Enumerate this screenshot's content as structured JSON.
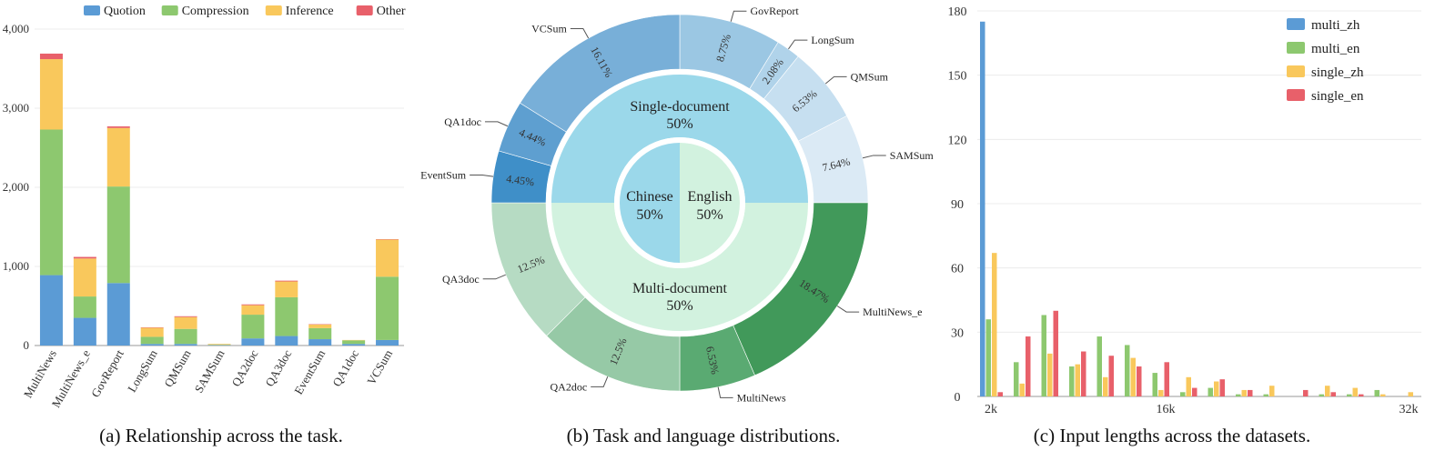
{
  "captions": {
    "a": "(a) Relationship across the task.",
    "b": "(b) Task and language distributions.",
    "c": "(c) Input lengths across the datasets."
  },
  "chart_data": [
    {
      "type": "bar",
      "stacked": true,
      "title": "",
      "categories": [
        "MultiNews",
        "MultiNews_e",
        "GovReport",
        "LongSum",
        "QMSum",
        "SAMSum",
        "QA2doc",
        "QA3doc",
        "EventSum",
        "QA1doc",
        "VCSum"
      ],
      "series": [
        {
          "name": "Quotion",
          "color": "#5b9bd5",
          "values": [
            890,
            350,
            790,
            20,
            20,
            5,
            90,
            120,
            80,
            20,
            70
          ]
        },
        {
          "name": "Compression",
          "color": "#8dc86f",
          "values": [
            1840,
            270,
            1220,
            90,
            190,
            5,
            300,
            490,
            140,
            45,
            800
          ]
        },
        {
          "name": "Inference",
          "color": "#f9c85c",
          "values": [
            890,
            480,
            740,
            115,
            150,
            10,
            120,
            200,
            45,
            5,
            470
          ]
        },
        {
          "name": "Other",
          "color": "#e8606a",
          "values": [
            70,
            20,
            20,
            5,
            10,
            0,
            10,
            10,
            5,
            0,
            5
          ]
        }
      ],
      "ylim": [
        0,
        4000
      ],
      "yticks": [
        "0",
        "1,000",
        "2,000",
        "3,000",
        "4,000"
      ],
      "ytick_values": [
        0,
        1000,
        2000,
        3000,
        4000
      ],
      "legend": "top-center"
    },
    {
      "type": "pie",
      "rings": {
        "language": [
          {
            "label": "Chinese",
            "pct": "50%",
            "color": "#9bd8ea"
          },
          {
            "label": "English",
            "pct": "50%",
            "color": "#d2f2df"
          }
        ],
        "doc_type": [
          {
            "label": "Single-document",
            "pct": "50%",
            "color": "#9bd8ea"
          },
          {
            "label": "Multi-document",
            "pct": "50%",
            "color": "#d2f2df"
          }
        ],
        "datasets": [
          {
            "name": "GovReport",
            "pct": "8.75%",
            "value": 8.75,
            "color": "#9bc7e3"
          },
          {
            "name": "LongSum",
            "pct": "2.08%",
            "value": 2.08,
            "color": "#b0d3ea"
          },
          {
            "name": "QMSum",
            "pct": "6.53%",
            "value": 6.53,
            "color": "#c6dff0"
          },
          {
            "name": "SAMSum",
            "pct": "7.64%",
            "value": 7.64,
            "color": "#dbeaf5"
          },
          {
            "name": "MultiNews_e",
            "pct": "18.47%",
            "value": 18.47,
            "color": "#41995a"
          },
          {
            "name": "MultiNews",
            "pct": "6.53%",
            "value": 6.53,
            "color": "#5aaa72"
          },
          {
            "name": "QA2doc",
            "pct": "12.5%",
            "value": 12.5,
            "color": "#96c9a6"
          },
          {
            "name": "QA3doc",
            "pct": "12.5%",
            "value": 12.5,
            "color": "#b6dbc3"
          },
          {
            "name": "EventSum",
            "pct": "4.45%",
            "value": 4.45,
            "color": "#3f8fc8"
          },
          {
            "name": "QA1doc",
            "pct": "4.44%",
            "value": 4.44,
            "color": "#5e9fd0"
          },
          {
            "name": "VCSum",
            "pct": "16.11%",
            "value": 16.11,
            "color": "#78afd8"
          }
        ]
      }
    },
    {
      "type": "bar",
      "title": "",
      "x_labels": [
        "2k",
        "16k",
        "32k"
      ],
      "bins": 16,
      "series": [
        {
          "name": "multi_zh",
          "color": "#5b9bd5",
          "values": [
            175,
            0,
            0,
            0,
            0,
            0,
            0,
            0,
            0,
            0,
            0,
            0,
            0,
            0,
            0,
            0
          ]
        },
        {
          "name": "multi_en",
          "color": "#8dc86f",
          "values": [
            36,
            16,
            38,
            14,
            28,
            24,
            11,
            2,
            4,
            1,
            1,
            0,
            1,
            1,
            3,
            0
          ]
        },
        {
          "name": "single_zh",
          "color": "#f9c85c",
          "values": [
            67,
            6,
            20,
            15,
            9,
            18,
            3,
            9,
            7,
            3,
            5,
            0,
            5,
            4,
            1,
            2
          ]
        },
        {
          "name": "single_en",
          "color": "#e8606a",
          "values": [
            2,
            28,
            40,
            21,
            19,
            14,
            16,
            4,
            8,
            3,
            0,
            3,
            2,
            1,
            0,
            0
          ]
        }
      ],
      "ylim": [
        0,
        180
      ],
      "yticks": [
        "0",
        "30",
        "60",
        "90",
        "120",
        "150",
        "180"
      ],
      "ytick_values": [
        0,
        30,
        60,
        90,
        120,
        150,
        180
      ],
      "legend": "top-right"
    }
  ]
}
